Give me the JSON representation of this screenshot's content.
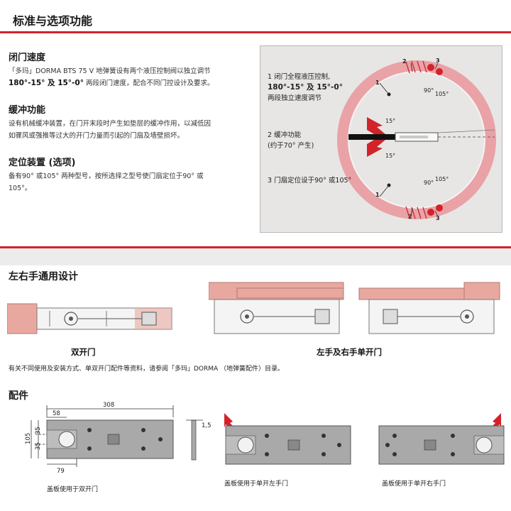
{
  "section1": {
    "title": "标准与选项功能",
    "closing_speed": {
      "heading": "闭门速度",
      "line1": "「多玛」DORMA BTS 75 V 地弹簧设有两个液压控制阀以独立调节",
      "line2_bold": "180°-15° 及 15°-0°",
      "line2_rest": " 两段闭门速度，配合不同门控设计及要求。"
    },
    "buffer": {
      "heading": "缓冲功能",
      "line1": "设有机械缓冲装置，在门开末段时产生如垫层的缓冲作用，以减低因",
      "line2": "如骤风或强推等过大的开门力量而引起的门扇及墙壁损坏。"
    },
    "positioning": {
      "heading": "定位装置 (选项)",
      "line1": "备有90° 或105° 两种型号，按所选择之型号使门扇定位于90° 或",
      "line2": "105°。"
    },
    "diagram": {
      "item1_line1": "1 闭门全程液压控制,",
      "item1_line2": "180°-15° 及 15°-0°",
      "item1_line3": "两段独立速度调节",
      "item2_line1": "2 缓冲功能",
      "item2_line2": "(约于70° 产生)",
      "item3_line1": "3 门扇定位设于90° 或105°",
      "angle_15": "15°",
      "angle_90": "90°",
      "angle_105": "105°",
      "num1": "1",
      "num2": "2",
      "num3": "3"
    }
  },
  "section2": {
    "title": "左右手通用设计",
    "caption_double": "双开门",
    "caption_single": "左手及右手单开门",
    "note": "有关不同使用及安装方式、单双开门配件等资料，请参阅「多玛」DORMA （地弹簧配件）目录。"
  },
  "section3": {
    "title": "配件",
    "dims": {
      "d308": "308",
      "d58": "58",
      "d35a": "35",
      "d35b": "35",
      "d105": "105",
      "d79": "79",
      "d1_5": "1,5"
    },
    "caption_double": "盖板使用于双开门",
    "caption_left": "盖板使用于单开左手门",
    "caption_right": "盖板使用于单开右手门"
  },
  "colors": {
    "accent_red": "#d2232a",
    "door_pink": "#e8a8a0",
    "plate_gray": "#a9a9a9",
    "ring_pink": "#e9a2a6"
  }
}
